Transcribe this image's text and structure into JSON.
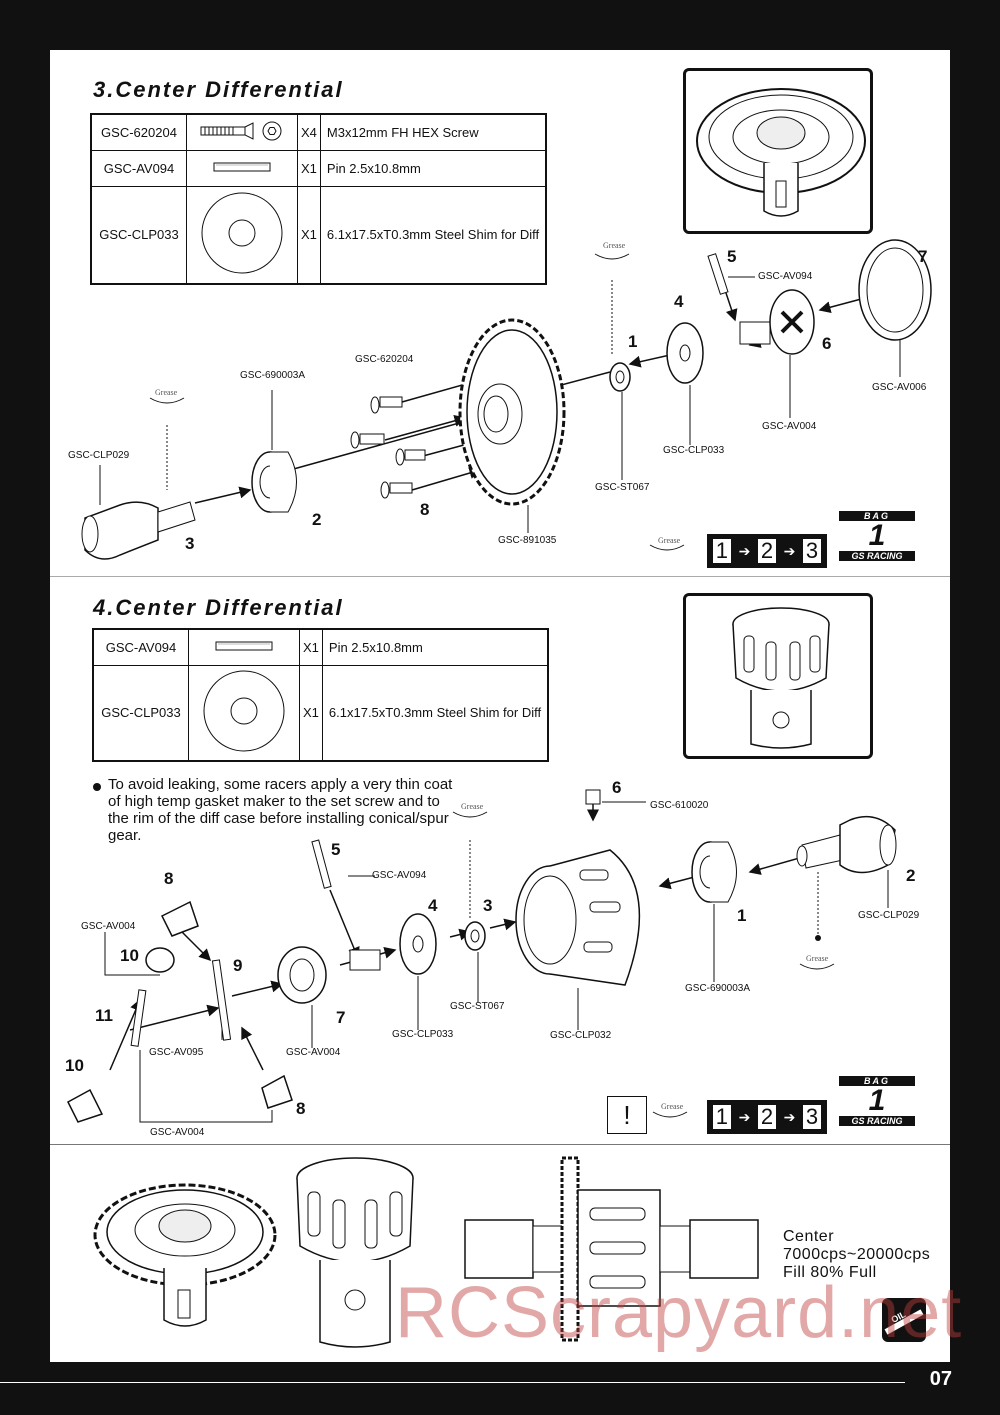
{
  "section3": {
    "title": "3.Center  Differential",
    "parts": [
      {
        "pn": "GSC-620204",
        "qty": "X4",
        "desc": "M3x12mm FH HEX Screw"
      },
      {
        "pn": "GSC-AV094",
        "qty": "X1",
        "desc": "Pin 2.5x10.8mm"
      },
      {
        "pn": "GSC-CLP033",
        "qty": "X1",
        "desc": "6.1x17.5xT0.3mm Steel Shim for Diff"
      }
    ],
    "labels": {
      "clp029": "GSC-CLP029",
      "b690003a": "GSC-690003A",
      "s620204": "GSC-620204",
      "g891035": "GSC-891035",
      "st067": "GSC-ST067",
      "clp033": "GSC-CLP033",
      "av094": "GSC-AV094",
      "av004": "GSC-AV004",
      "av006": "GSC-AV006"
    },
    "numbers": [
      "1",
      "2",
      "3",
      "4",
      "5",
      "6",
      "7",
      "8"
    ]
  },
  "section4": {
    "title": "4.Center  Differential",
    "parts": [
      {
        "pn": "GSC-AV094",
        "qty": "X1",
        "desc": "Pin 2.5x10.8mm"
      },
      {
        "pn": "GSC-CLP033",
        "qty": "X1",
        "desc": "6.1x17.5xT0.3mm Steel Shim for Diff"
      }
    ],
    "note": "To avoid leaking, some racers apply a very thin coat of  high temp gasket maker to the set screw and to the rim of the diff case before installing conical/spur gear.",
    "labels": {
      "av004a": "GSC-AV004",
      "av095": "GSC-AV095",
      "av004b": "GSC-AV004",
      "av004c": "GSC-AV004",
      "av094": "GSC-AV094",
      "clp033": "GSC-CLP033",
      "st067": "GSC-ST067",
      "clp032": "GSC-CLP032",
      "s610020": "GSC-610020",
      "b690003a": "GSC-690003A",
      "clp029": "GSC-CLP029"
    },
    "numbers": [
      "8",
      "10",
      "11",
      "10",
      "9",
      "7",
      "8",
      "5",
      "4",
      "3",
      "6",
      "1",
      "2"
    ]
  },
  "common": {
    "grease": "Grease",
    "steps": [
      "1",
      "2",
      "3"
    ],
    "bag_label": "BAG",
    "bag_number": "1",
    "brand": "GS RACING"
  },
  "footer": {
    "line1": "Center",
    "line2": "7000cps~20000cps",
    "line3": "Fill 80% Full",
    "oil": "OIL"
  },
  "watermark": "RCScrapyard.net",
  "page_number": "07"
}
